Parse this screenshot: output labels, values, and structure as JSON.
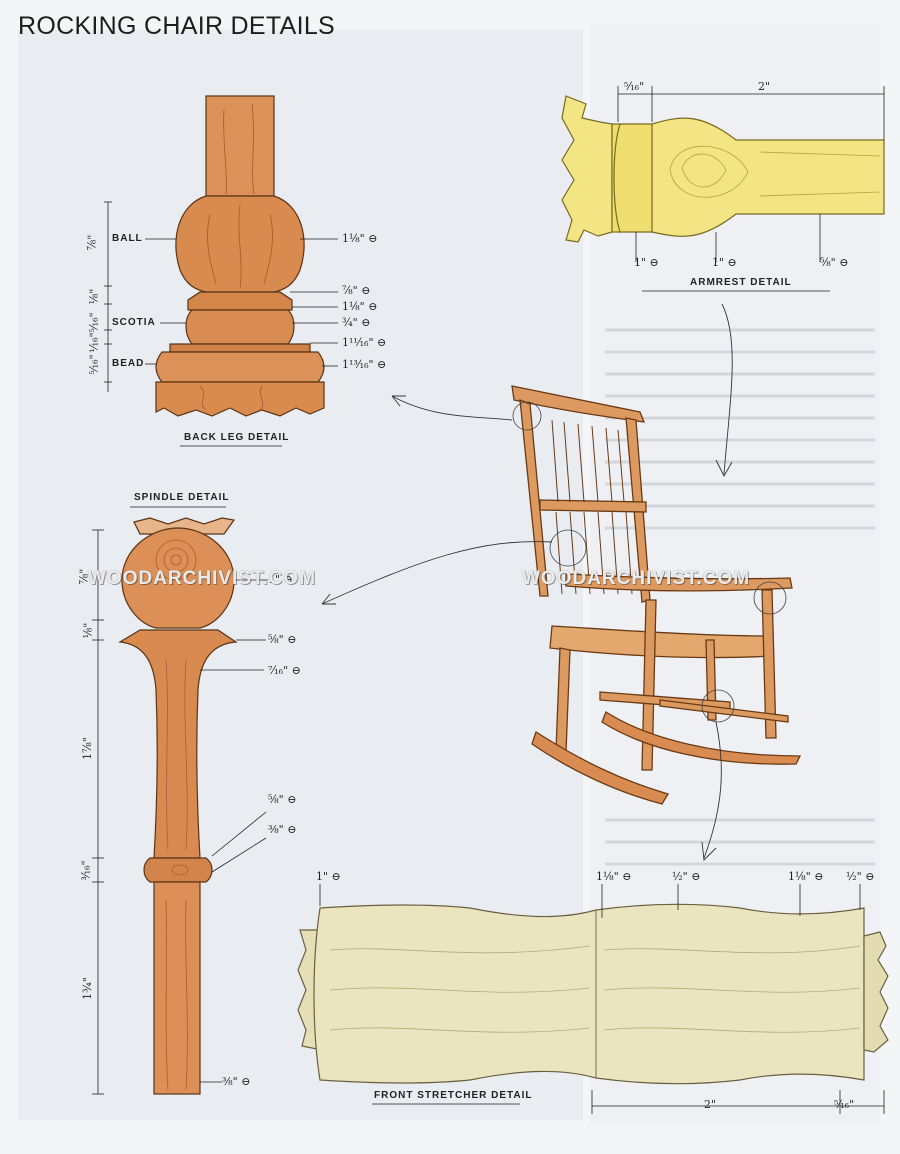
{
  "page": {
    "title": "ROCKING CHAIR DETAILS"
  },
  "back_leg": {
    "caption": "BACK LEG DETAIL",
    "labels": {
      "ball": "BALL",
      "scotia": "SCOTIA",
      "bead": "BEAD"
    },
    "right_dims": [
      "1⅛\" ⊖",
      "⅞\" ⊖",
      "1⅛\" ⊖",
      "¾\" ⊖",
      "1¹¹⁄₁₆\" ⊖",
      "1¹³⁄₁₆\" ⊖"
    ],
    "left_dims": [
      "⅞\"",
      "⅛\"",
      "⁵⁄₁₆\"",
      "¹⁄₁₆\"",
      "⁵⁄₁₆\""
    ]
  },
  "armrest": {
    "caption": "ARMREST DETAIL",
    "top_dims": [
      "⁵⁄₁₆\"",
      "2\""
    ],
    "bottom_dims": [
      "1\" ⊖",
      "1\" ⊖",
      "⅝\" ⊖"
    ]
  },
  "spindle": {
    "caption": "SPINDLE DETAIL",
    "right_dims": [
      "1\" ⊖",
      "⅝\" ⊖",
      "⁷⁄₁₆\" ⊖",
      "⅝\" ⊖",
      "⅜\" ⊖"
    ],
    "left_dims": [
      "⅞\"",
      "⅛\"",
      "1⅞\"",
      "³⁄₁₆\"",
      "1¾\""
    ]
  },
  "front_stretcher": {
    "caption": "FRONT STRETCHER DETAIL",
    "top_dims": [
      "1\" ⊖",
      "1⅛\" ⊖",
      "½\" ⊖",
      "1⅛\" ⊖",
      "½\" ⊖"
    ],
    "bottom_dims": [
      "2\"",
      "⁵⁄₁₆\""
    ]
  },
  "watermark": [
    "WOODARCHIVIST.COM",
    "WOODARCHIVIST.COM"
  ],
  "colors": {
    "leg_wood": "#d9894e",
    "leg_wood_dark": "#b4683a",
    "armrest_wood": "#f2e27a",
    "stretcher_wood": "#ebe5bf",
    "spindle_wood": "#dc8f56"
  }
}
